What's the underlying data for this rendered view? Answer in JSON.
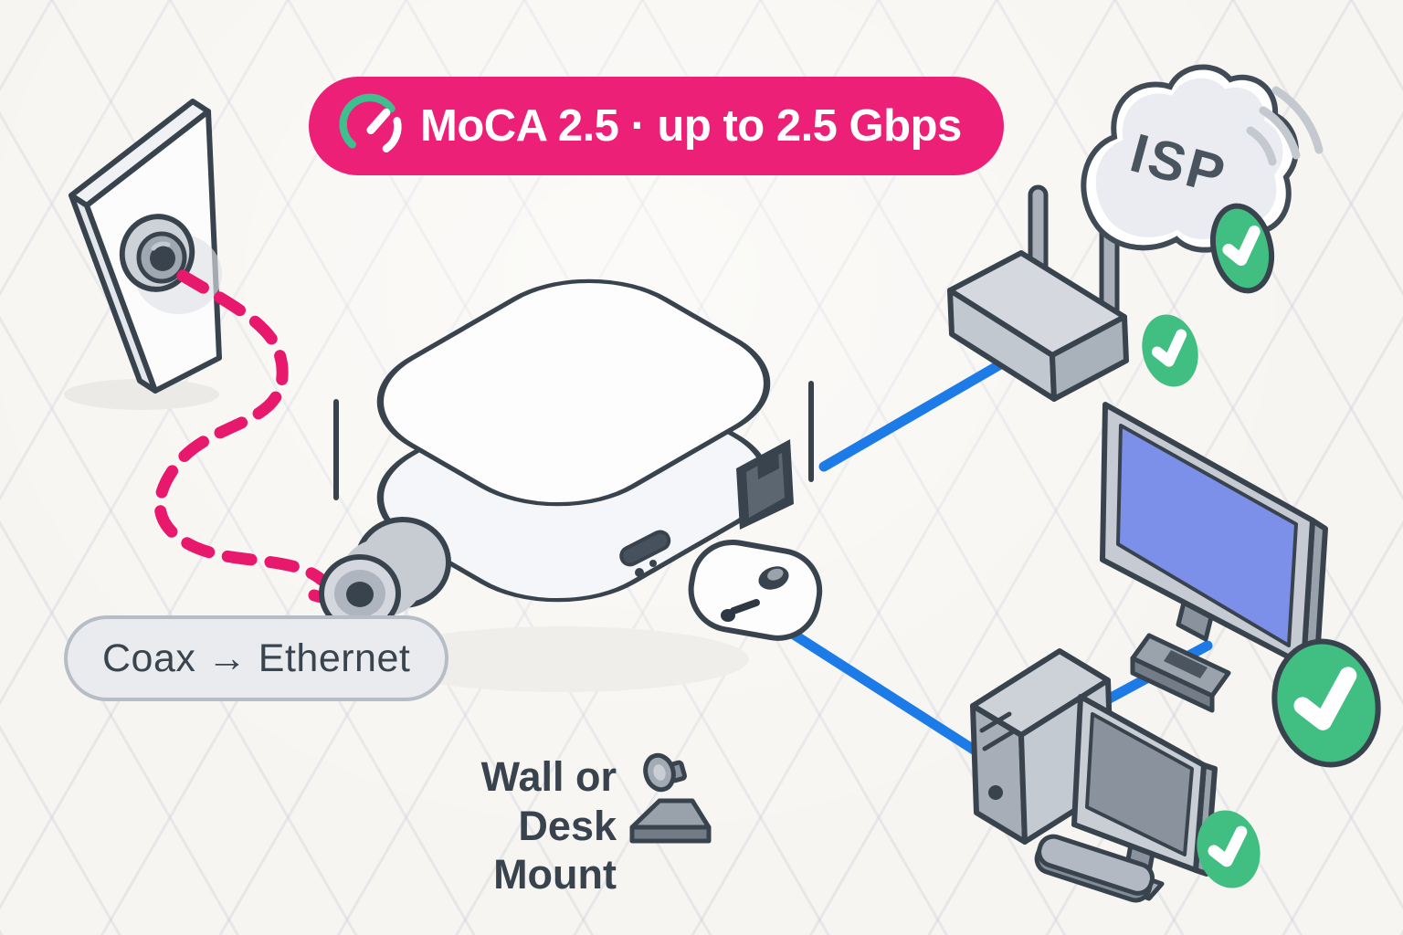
{
  "badge": {
    "icon": "speedometer-icon",
    "label": "MoCA 2.5 · up to 2.5 Gbps",
    "bg_color": "#EC2077"
  },
  "labels": {
    "coax_to_ethernet": "Coax → Ethernet",
    "mount_line1": "Wall or Desk",
    "mount_line2": "Mount"
  },
  "cloud": {
    "label": "ISP",
    "checked": true
  },
  "wall_outlet": {
    "name": "coax-wall-outlet"
  },
  "adapter": {
    "name": "moca-adapter",
    "ports": [
      "coax-port",
      "usb-c-port",
      "ethernet-port",
      "led-indicators"
    ],
    "mount_tab": "wall-desk-mount-tab"
  },
  "devices": [
    {
      "name": "wifi-router",
      "checked": true
    },
    {
      "name": "tv",
      "checked": true
    },
    {
      "name": "desktop-computer",
      "checked": true
    }
  ],
  "connections": {
    "coax_cable": "wall-outlet to adapter",
    "ethernet_lines": [
      "adapter to router",
      "adapter to desktop to tv"
    ]
  },
  "colors": {
    "background": "#F7F5F1",
    "grid": "#CDCEDC",
    "outline": "#39434E",
    "accent_pink": "#EC2077",
    "coax_cable_pink": "#E8186D",
    "ethernet_blue": "#1D7BE8",
    "check_green": "#41BE81",
    "tv_screen_blue": "#7D90E9",
    "text_dark": "#3A444E",
    "pill_bg": "#E9EBEF",
    "pill_border": "#B7BDC6"
  }
}
